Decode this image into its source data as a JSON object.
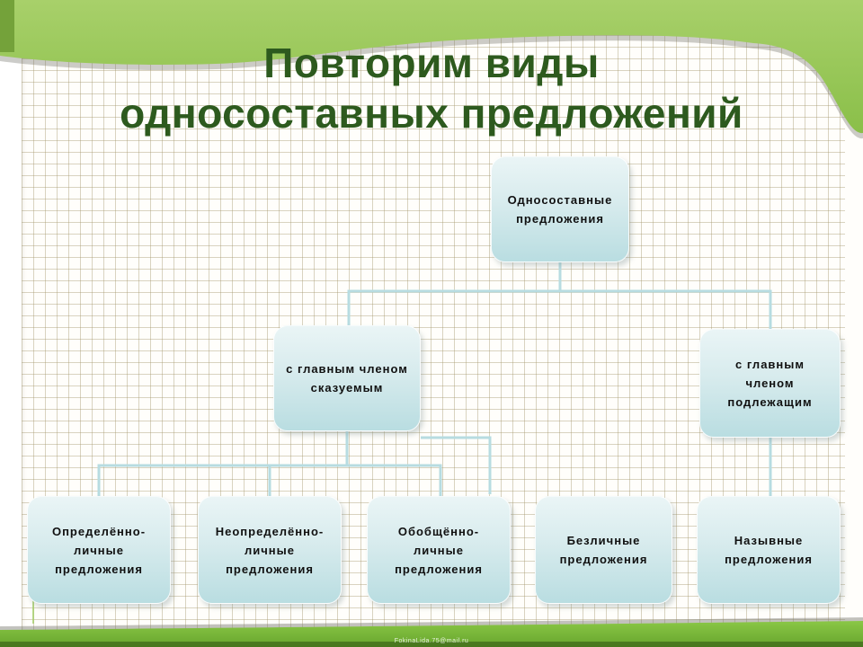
{
  "slide": {
    "title_line1": "Повторим виды",
    "title_line2": "односоставных предложений",
    "watermark": "FokinaLida.75@mail.ru",
    "colors": {
      "band_green": "#8cbf4b",
      "band_green_bottom": "#6fae31",
      "title_green": "#2d5a1e",
      "box_fill_top": "#eaf5f6",
      "box_fill_bottom": "#b9dde1",
      "connector_blue": "#b7dce1",
      "grid_line_tan": "#a4976d",
      "box_text": "#101010"
    }
  },
  "diagram": {
    "root": {
      "label": "Односоставные предложения"
    },
    "level2": [
      {
        "label": "с главным членом сказуемым"
      },
      {
        "label": "с главным членом подлежащим"
      }
    ],
    "level3": [
      {
        "label": "Определённо-личные предложения"
      },
      {
        "label": "Неопределённо-личные предложения"
      },
      {
        "label": "Обобщённо-личные предложения"
      },
      {
        "label": "Безличные предложения"
      },
      {
        "label": "Назывные предложения"
      }
    ]
  }
}
